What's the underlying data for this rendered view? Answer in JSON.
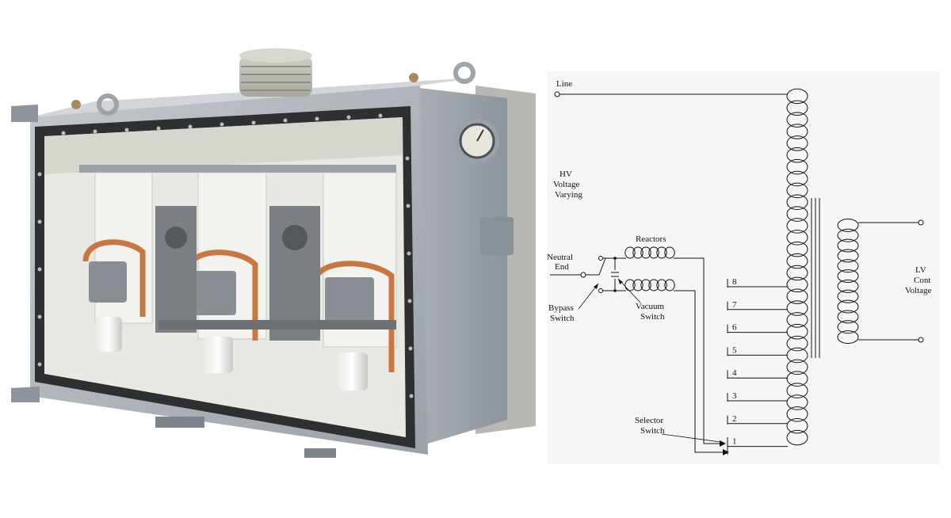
{
  "diagram": {
    "labels": {
      "line": "Line",
      "hv": [
        "HV",
        "Voltage",
        "Varying"
      ],
      "neutral": [
        "Neutral",
        "End"
      ],
      "bypass": [
        "Bypass",
        "Switch"
      ],
      "reactors": "Reactors",
      "vacuum": [
        "Vacuum",
        "Switch"
      ],
      "selector": [
        "Selector",
        "Switch"
      ],
      "lv": [
        "LV",
        "Cont",
        "Voltage"
      ]
    },
    "taps": [
      "8",
      "7",
      "6",
      "5",
      "4",
      "3",
      "2",
      "1"
    ]
  }
}
